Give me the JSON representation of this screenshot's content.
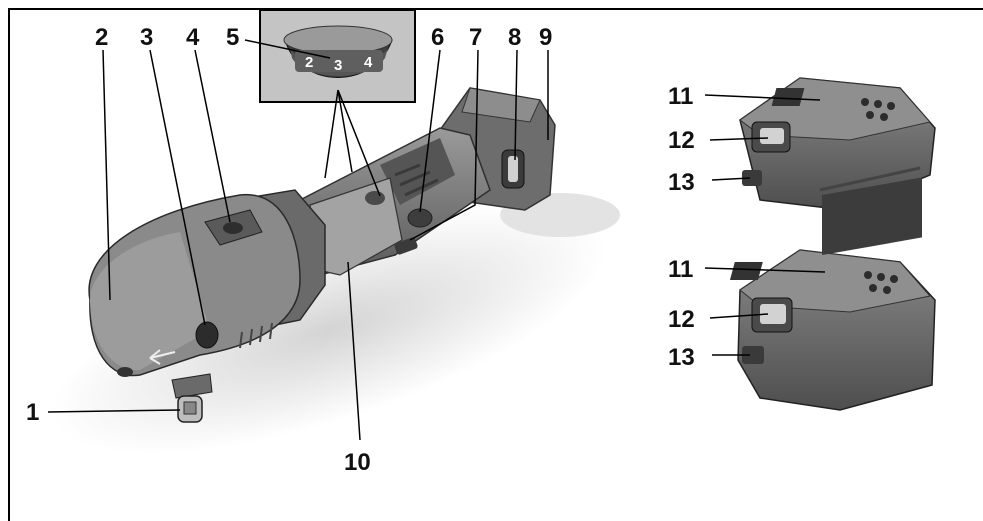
{
  "figure": {
    "callouts": [
      "1",
      "2",
      "3",
      "4",
      "5",
      "6",
      "7",
      "8",
      "9",
      "10",
      "11",
      "12",
      "13"
    ],
    "battery_small_callouts": [
      "11",
      "12",
      "13"
    ],
    "battery_large_callouts": [
      "11",
      "12",
      "13"
    ],
    "dial_numbers": [
      "2",
      "3",
      "4"
    ]
  },
  "colors": {
    "body_dark": "#4a4a4a",
    "body_mid": "#7a7a7a",
    "body_light": "#a8a8a8",
    "shadow": "#d9d9d9",
    "inset_bg": "#c8c8c8"
  }
}
